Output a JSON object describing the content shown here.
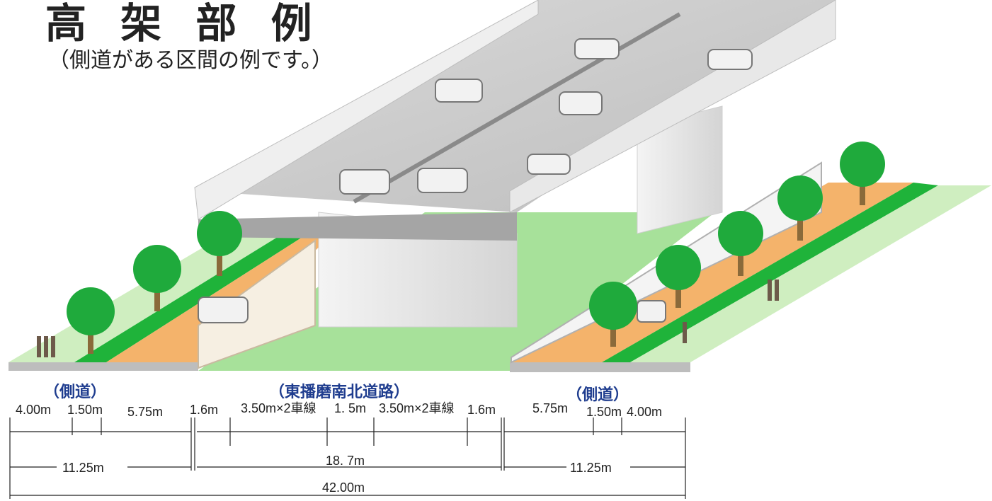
{
  "title": "高 架 部 例",
  "subtitle": "（側道がある区間の例です。）",
  "sections": {
    "left": "（側道）",
    "center": "（東播磨南北道路）",
    "right": "（側道）"
  },
  "dimensions": {
    "row1": [
      "4.00m",
      "1.50m",
      "5.75m",
      "1.6m",
      "3.50m×2車線",
      "1. 5m",
      "3.50m×2車線",
      "1.6m",
      "5.75m",
      "1.50m",
      "4.00m"
    ],
    "left_total": "11.25m",
    "center_total": "18. 7m",
    "right_total": "11.25m",
    "overall": "42.00m"
  },
  "colors": {
    "section_label": "#1f3d8f",
    "grass": "#8fd68a",
    "light_green": "#cfeec0",
    "sidewalk_orange": "#f4b36b",
    "bright_green": "#1fb33a",
    "concrete": "#e6e6e6",
    "tree": "#1faa3c"
  }
}
